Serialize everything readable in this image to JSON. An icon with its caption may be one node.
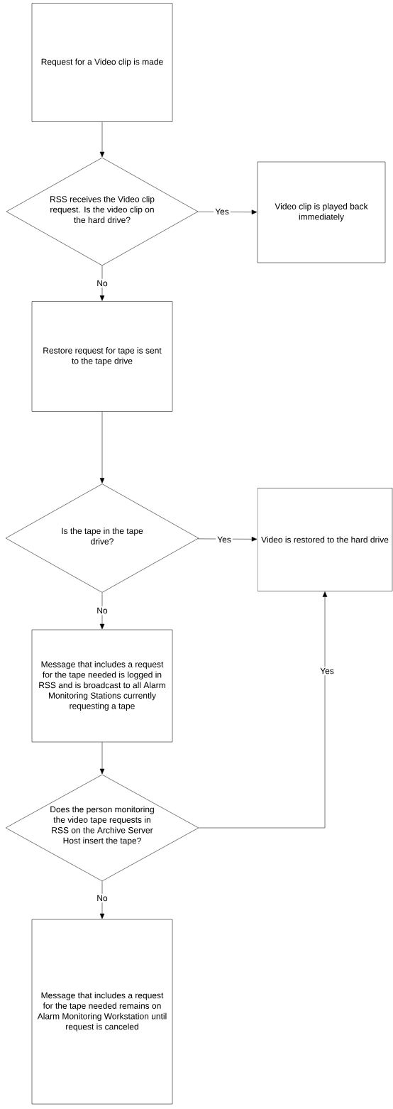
{
  "diagram": {
    "nodes": [
      {
        "text": [
          "Request for a Video clip is made"
        ]
      },
      {
        "text": [
          "RSS receives the Video clip request. Is the video clip on the hard drive?"
        ]
      },
      {
        "text": [
          "Video clip is played back immediately"
        ]
      },
      {
        "text": [
          "Restore request for tape is sent to the tape drive"
        ]
      },
      {
        "text": [
          "Is the tape in the tape drive?"
        ]
      },
      {
        "text": [
          "Video is restored to the hard drive"
        ]
      },
      {
        "text": [
          "Message that includes a request for the tape needed is logged in RSS and is broadcast to all Alarm Monitoring Stations currently requesting a tape"
        ]
      },
      {
        "text": [
          "Does the person monitoring the video tape requests in RSS on the Archive Server Host insert the tape?"
        ]
      },
      {
        "text": [
          "Message that includes a request for the tape needed remains on Alarm Monitoring Workstation until request is canceled"
        ]
      }
    ],
    "edges": [
      {
        "from": 0,
        "to": 1,
        "arrow": "to"
      },
      {
        "from": 1,
        "to": 2,
        "arrow": "to",
        "label": "Yes"
      },
      {
        "from": 1,
        "to": 3,
        "arrow": "to",
        "label": "No"
      },
      {
        "from": 3,
        "to": 4,
        "arrow": "to"
      },
      {
        "from": 4,
        "to": 5,
        "arrow": "to",
        "label": "Yes"
      },
      {
        "from": 4,
        "to": 6,
        "arrow": "to",
        "label": "No"
      },
      {
        "from": 6,
        "to": 7,
        "arrow": "to"
      },
      {
        "from": 7,
        "to": 5,
        "arrow": "to",
        "label": "Yes"
      },
      {
        "from": 7,
        "to": 8,
        "arrow": "to",
        "label": "No"
      }
    ]
  }
}
